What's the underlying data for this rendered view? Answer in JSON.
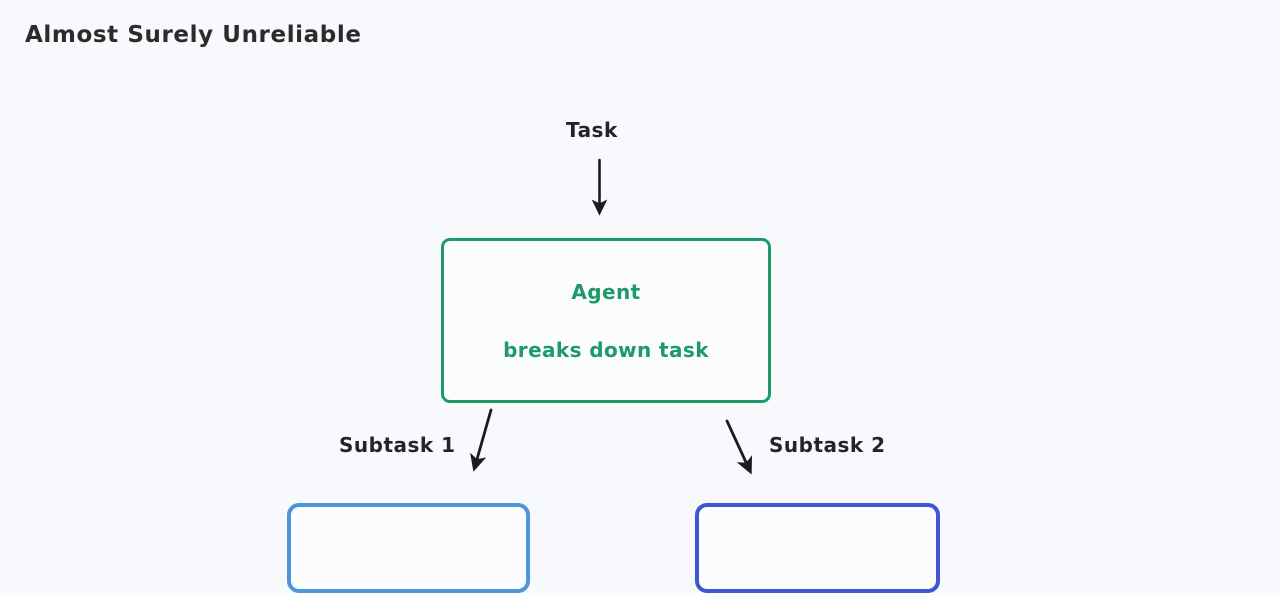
{
  "page": {
    "title": "Almost Surely Unreliable",
    "background_color": "#f8f9fc",
    "text_color": "#24252a"
  },
  "diagram": {
    "type": "flowchart",
    "labels": [
      {
        "id": "task",
        "text": "Task"
      },
      {
        "id": "subtask-1",
        "text": "Subtask 1"
      },
      {
        "id": "subtask-2",
        "text": "Subtask 2"
      }
    ],
    "nodes": [
      {
        "id": "agent",
        "line1": "Agent",
        "line2": "breaks down task",
        "color": "#1d9a68"
      },
      {
        "id": "subtask-1-box",
        "line1": "",
        "line2": "",
        "color": "#4e95d9"
      },
      {
        "id": "subtask-2-box",
        "line1": "",
        "line2": "",
        "color": "#3f56d2"
      }
    ],
    "edges": [
      {
        "id": "task-to-agent",
        "from": "task",
        "to": "agent",
        "label": "Task",
        "direction": "down"
      },
      {
        "id": "agent-to-subtask-1",
        "from": "agent",
        "to": "subtask-1-box",
        "label": "Subtask 1",
        "direction": "down-left"
      },
      {
        "id": "agent-to-subtask-2",
        "from": "agent",
        "to": "subtask-2-box",
        "label": "Subtask 2",
        "direction": "down-right"
      }
    ],
    "arrow_color": "#1b1c1e"
  }
}
